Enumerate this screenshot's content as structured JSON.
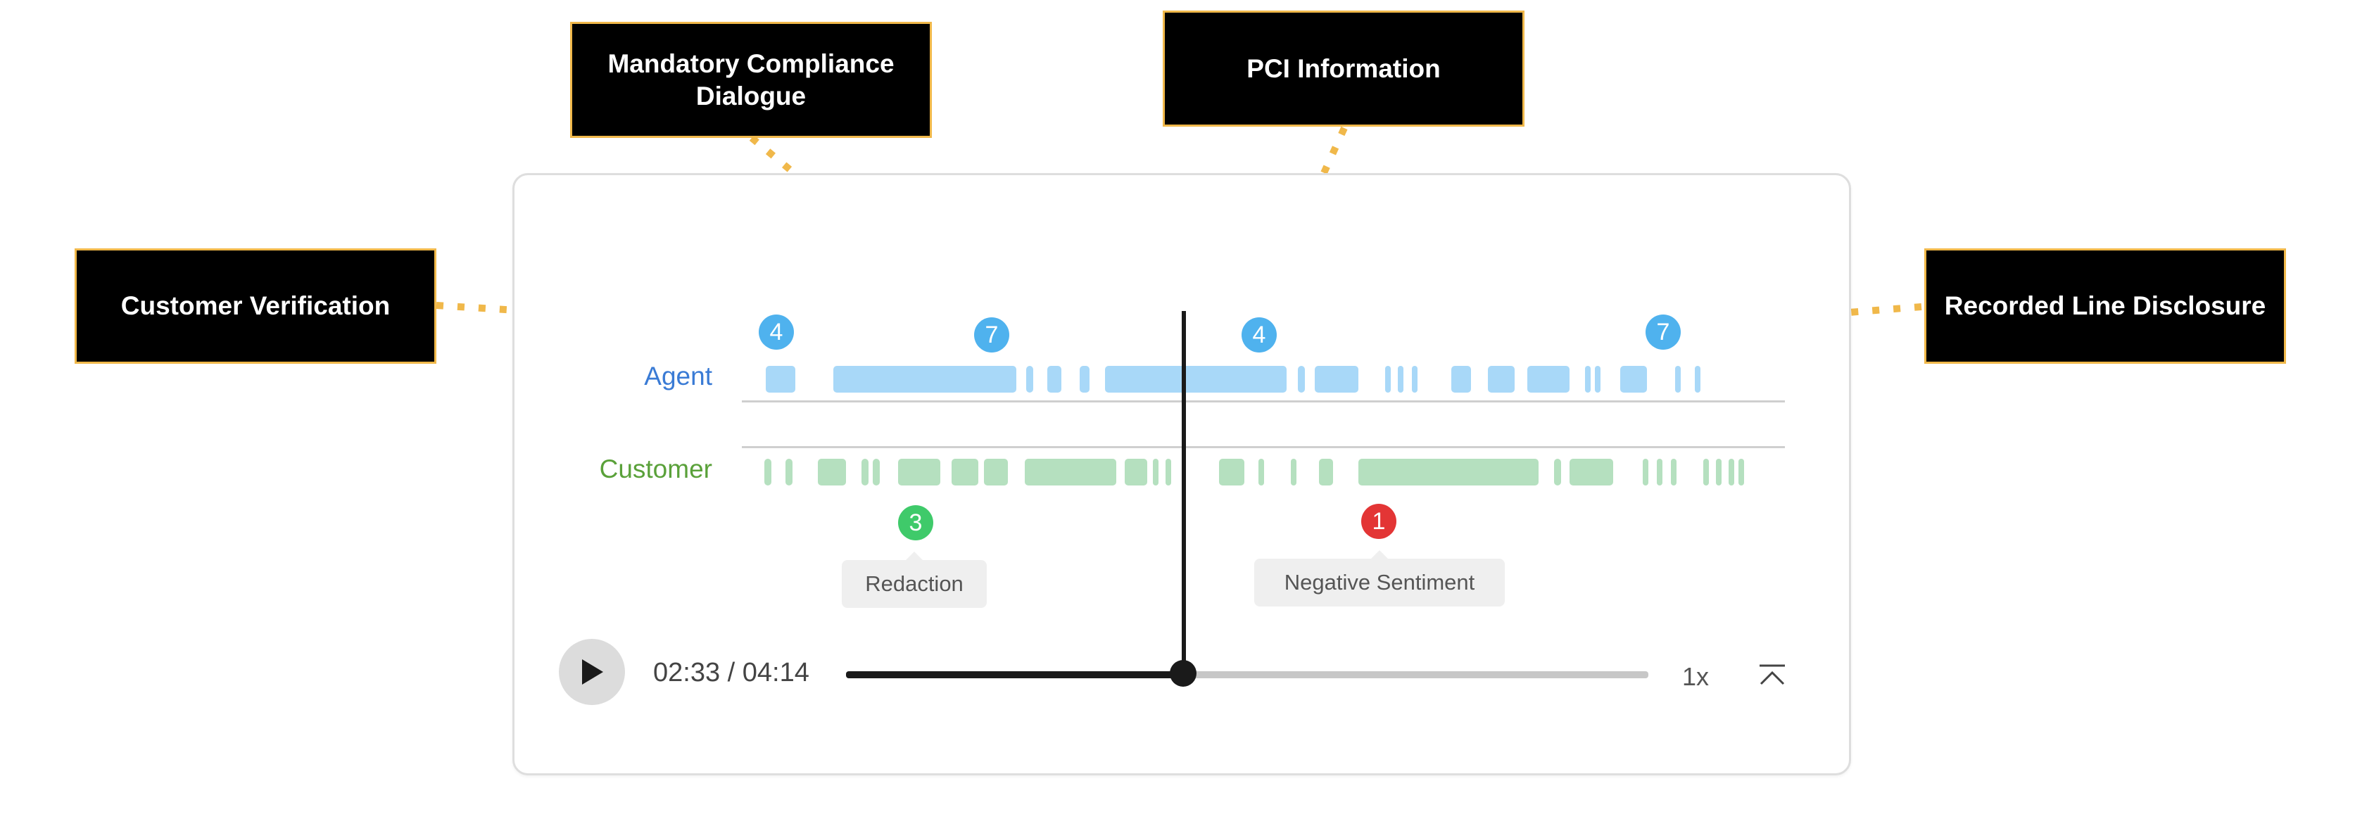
{
  "callouts": {
    "customer_verification": "Customer Verification",
    "mandatory_compliance": "Mandatory Compliance Dialogue",
    "pci_information": "PCI Information",
    "recorded_line": "Recorded Line Disclosure"
  },
  "tracks": {
    "agent_label": "Agent",
    "customer_label": "Customer"
  },
  "markers": {
    "agent_1": "4",
    "agent_2": "7",
    "agent_3": "4",
    "agent_4": "7",
    "customer_1": "3",
    "customer_2": "1"
  },
  "tags": {
    "redaction": "Redaction",
    "negative_sentiment": "Negative Sentiment"
  },
  "player": {
    "time": "02:33 / 04:14",
    "speed": "1x",
    "progress": 0.41
  },
  "colors": {
    "callout_border": "#f0b84a",
    "agent": "#3a7bd5",
    "agent_segment": "#a8d8f8",
    "customer": "#5aa13a",
    "customer_segment": "#b5e0bf",
    "marker_blue": "#4fb2ee",
    "marker_green": "#3fca6a",
    "marker_red": "#e33535"
  },
  "icons": {
    "play": "play-icon",
    "collapse": "collapse-up-icon"
  }
}
